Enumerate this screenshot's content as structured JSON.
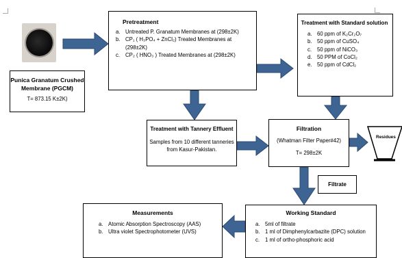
{
  "pgcm": {
    "title_line1": "Punica Granatum Crushed",
    "title_line2": "Membrane (PGCM)",
    "temp": "T= 873.15 K±2K)"
  },
  "pretreatment": {
    "title": "Pretreatment",
    "items": [
      {
        "marker": "a.",
        "text": "Untreated P. Granatum Membranes at (298±2K)"
      },
      {
        "marker": "b.",
        "text": "CP₁ ( H₃PO₄ + ZnCl₂) Treated Membranes at (298±2K)"
      },
      {
        "marker": "c.",
        "text": "CP₂ ( HNO₃ ) Treated Membranes at (298±2K)"
      }
    ]
  },
  "standard_solution": {
    "title": "Treatment with Standard solution",
    "items": [
      {
        "marker": "a.",
        "text": "60 ppm of K₂Cr₂O₇"
      },
      {
        "marker": "b.",
        "text": "50 ppm of CuSO₄"
      },
      {
        "marker": "c.",
        "text": "50 ppm of NiCO₃"
      },
      {
        "marker": "d.",
        "text": "50 PPM of CoCl₂"
      },
      {
        "marker": "e.",
        "text": "50 ppm of CdCl₂"
      }
    ]
  },
  "tannery": {
    "title": "Treatment with Tannery Effluent",
    "line1": "Samples from 10 different tanneries",
    "line2": "from Kasur-Pakistan."
  },
  "filtration": {
    "title": "Filtration",
    "subtitle": "(Whatman Filter Paper#42)",
    "temp": "T= 298±2K"
  },
  "residues": {
    "label": "Residues"
  },
  "filtrate": {
    "label": "Filtrate"
  },
  "measurements": {
    "title": "Measurements",
    "items": [
      {
        "marker": "a.",
        "text": "Atomic Absorption Spectroscopy (AAS)"
      },
      {
        "marker": "b.",
        "text": "Ultra violet Spectrophotometer (UVS)"
      }
    ]
  },
  "working_standard": {
    "title": "Working Standard",
    "items": [
      {
        "marker": "a.",
        "text": "5ml of filtrate"
      },
      {
        "marker": "b.",
        "text": "1 ml of Dimphenylcarbazite (DPC) solution"
      },
      {
        "marker": "c.",
        "text": "1 ml of ortho-phosphoric acid"
      }
    ]
  },
  "colors": {
    "arrow": "#3e6494",
    "arrow_stroke": "#2b4a70",
    "border": "#000000"
  }
}
